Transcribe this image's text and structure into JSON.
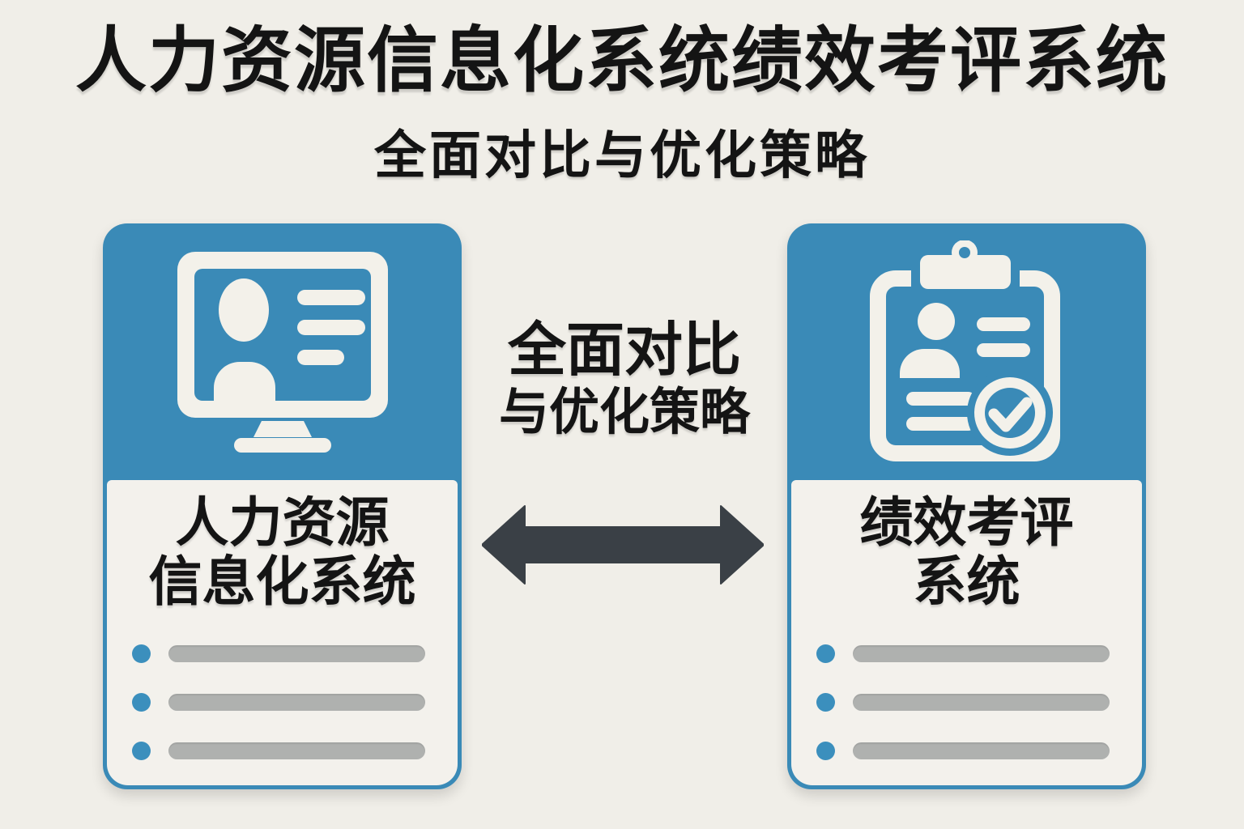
{
  "page": {
    "title": "人力资源信息化系统绩效考评系统",
    "subtitle": "全面对比与优化策略"
  },
  "center": {
    "label_line1": "全面对比",
    "label_line2": "与优化策略",
    "arrow": "double-headed-arrow"
  },
  "cards": {
    "left": {
      "icon": "monitor-user-profile-icon",
      "title_line1": "人力资源",
      "title_line2": "信息化系统",
      "placeholder_rows": 3
    },
    "right": {
      "icon": "clipboard-checklist-icon",
      "title_line1": "绩效考评",
      "title_line2": "系统",
      "placeholder_rows": 3
    }
  },
  "colors": {
    "background": "#f0eee8",
    "card_blue": "#3a8ab7",
    "bullet_blue": "#3b8fbd",
    "arrow_dark": "#3a4046",
    "text_black": "#141414",
    "placeholder_gray": "#afb1af",
    "card_body": "#f3f1ec",
    "icon_white": "#f3f1ea"
  }
}
